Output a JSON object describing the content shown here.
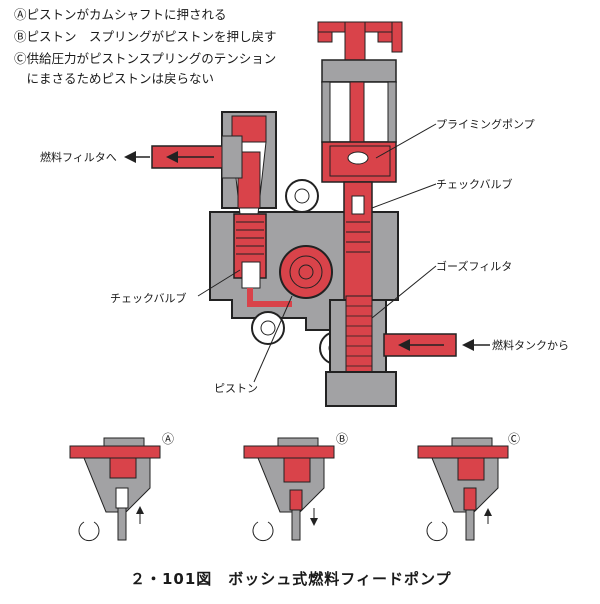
{
  "notes": [
    "Ⓐピストンがカムシャフトに押される",
    "Ⓑピストン　スプリングがピストンを押し戻す",
    "Ⓒ供給圧力がピストンスプリングのテンション",
    "　にまさるためピストンは戻らない"
  ],
  "labels": {
    "to_fuel_filter": "燃料フィルタへ",
    "priming_pump": "プライミングポンプ",
    "check_valve_right": "チェックバルブ",
    "gauze_filter": "ゴーズフィルタ",
    "check_valve_left": "チェックバルブ",
    "from_fuel_tank": "燃料タンクから",
    "piston": "ピストン"
  },
  "markers": {
    "a": "Ⓐ",
    "b": "Ⓑ",
    "c": "Ⓒ"
  },
  "caption": "２・101図　ボッシュ式燃料フィードポンプ",
  "colors": {
    "fuel_red": "#d9434a",
    "body_gray": "#a2a2a4",
    "outline": "#222222"
  }
}
